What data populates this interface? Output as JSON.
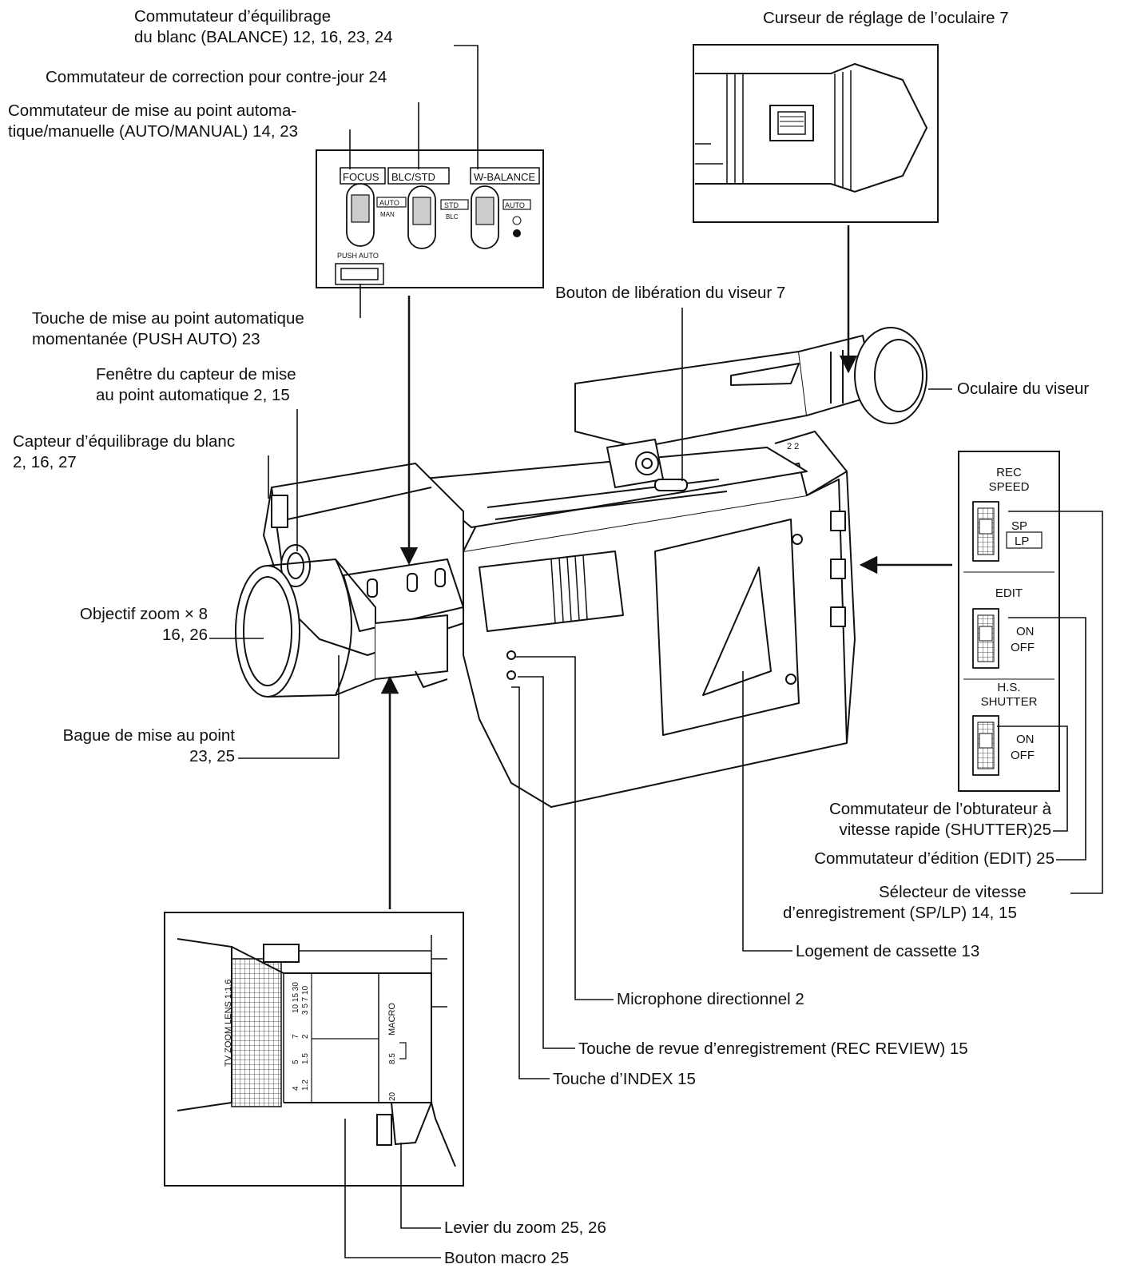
{
  "labels": {
    "white_balance_switch": {
      "l1": "Commutateur d’équilibrage",
      "l2": "du blanc (BALANCE) 12, 16, 23, 24"
    },
    "backlight_switch": {
      "l1": "Commutateur de correction pour contre-jour 24"
    },
    "focus_switch": {
      "l1": "Commutateur  de  mise  au  point  automa-",
      "l2": "tique/manuelle (AUTO/MANUAL) 14, 23"
    },
    "push_auto_button": {
      "l1": "Touche de mise au point automatique",
      "l2": "momentanée (PUSH AUTO) 23"
    },
    "af_sensor_window": {
      "l1": "Fenêtre du capteur de mise",
      "l2": "au point automatique 2, 15"
    },
    "wb_sensor": {
      "l1": "Capteur d’équilibrage du blanc",
      "l2": "2, 16, 27"
    },
    "zoom_lens": {
      "l1": "Objectif zoom × 8",
      "l2": "16, 26"
    },
    "focus_ring": {
      "l1": "Bague de mise au point",
      "l2": "23, 25"
    },
    "eyepiece_slider": {
      "l1": "Curseur de réglage de l’oculaire 7"
    },
    "viewfinder_release": {
      "l1": "Bouton de libération du viseur 7"
    },
    "viewfinder_eyepiece": {
      "l1": "Oculaire du viseur"
    },
    "shutter_switch": {
      "l1": "Commutateur de l’obturateur à",
      "l2": "vitesse rapide (SHUTTER)25"
    },
    "edit_switch": {
      "l1": "Commutateur d’édition (EDIT) 25"
    },
    "rec_speed_selector": {
      "l1": "Sélecteur de vitesse",
      "l2": "d’enregistrement (SP/LP) 14, 15"
    },
    "cassette_holder": {
      "l1": "Logement de cassette 13"
    },
    "directional_mic": {
      "l1": "Microphone directionnel 2"
    },
    "rec_review_button": {
      "l1": "Touche de revue d’enregistrement (REC REVIEW) 15"
    },
    "index_button": {
      "l1": "Touche d’INDEX 15"
    },
    "zoom_lever": {
      "l1": "Levier du zoom 25, 26"
    },
    "macro_button": {
      "l1": "Bouton macro 25"
    }
  },
  "panel_top": {
    "focus_label": "FOCUS",
    "blc_label": "BLC/STD",
    "wb_label": "W-BALANCE",
    "auto1": "AUTO",
    "man": "MAN",
    "std": "STD",
    "blc": "BLC",
    "auto2": "AUTO",
    "push_auto": "PUSH AUTO"
  },
  "panel_right": {
    "rec": "REC",
    "speed": "SPEED",
    "sp": "SP",
    "lp": "LP",
    "edit": "EDIT",
    "on1": "ON",
    "off1": "OFF",
    "hs": "H.S.",
    "shutter": "SHUTTER",
    "on2": "ON",
    "off2": "OFF"
  },
  "lens_inset": {
    "lens_text": "TV ZOOM LENS 1:1.6",
    "macro": "MACRO",
    "scale_rows": [
      "10 15 30",
      "3 5 7 10",
      "7",
      "2",
      "5",
      "1.5",
      "4",
      "1.2",
      "8.5",
      "20"
    ]
  }
}
